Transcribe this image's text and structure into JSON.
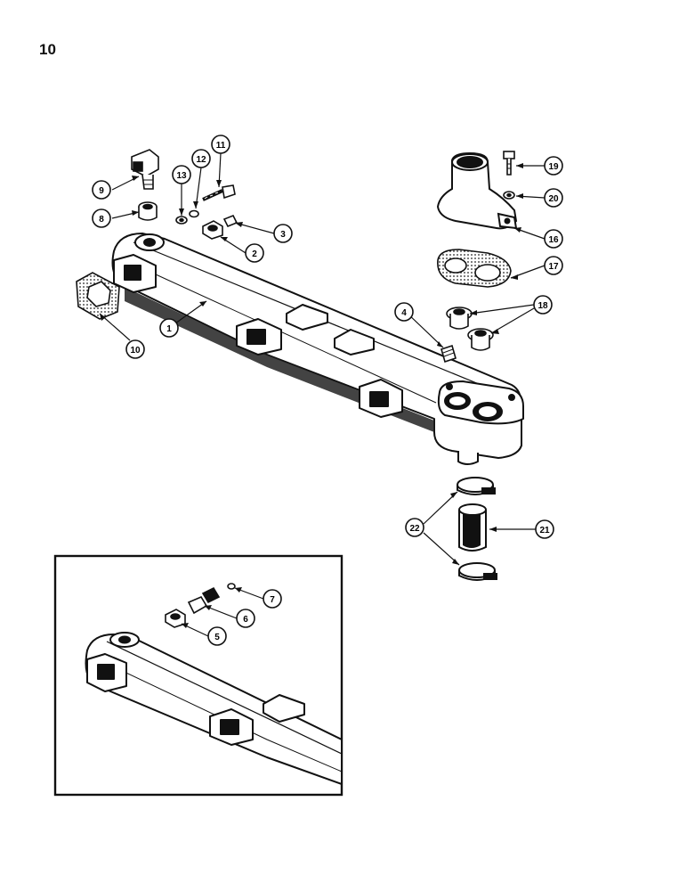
{
  "page": {
    "number": "10"
  },
  "diagram": {
    "type": "exploded-parts-view",
    "callouts": [
      "1",
      "2",
      "3",
      "4",
      "5",
      "6",
      "7",
      "8",
      "9",
      "10",
      "11",
      "12",
      "13",
      "16",
      "17",
      "18",
      "19",
      "20",
      "21",
      "22"
    ]
  },
  "colors": {
    "ink": "#111111",
    "paper": "#ffffff"
  }
}
